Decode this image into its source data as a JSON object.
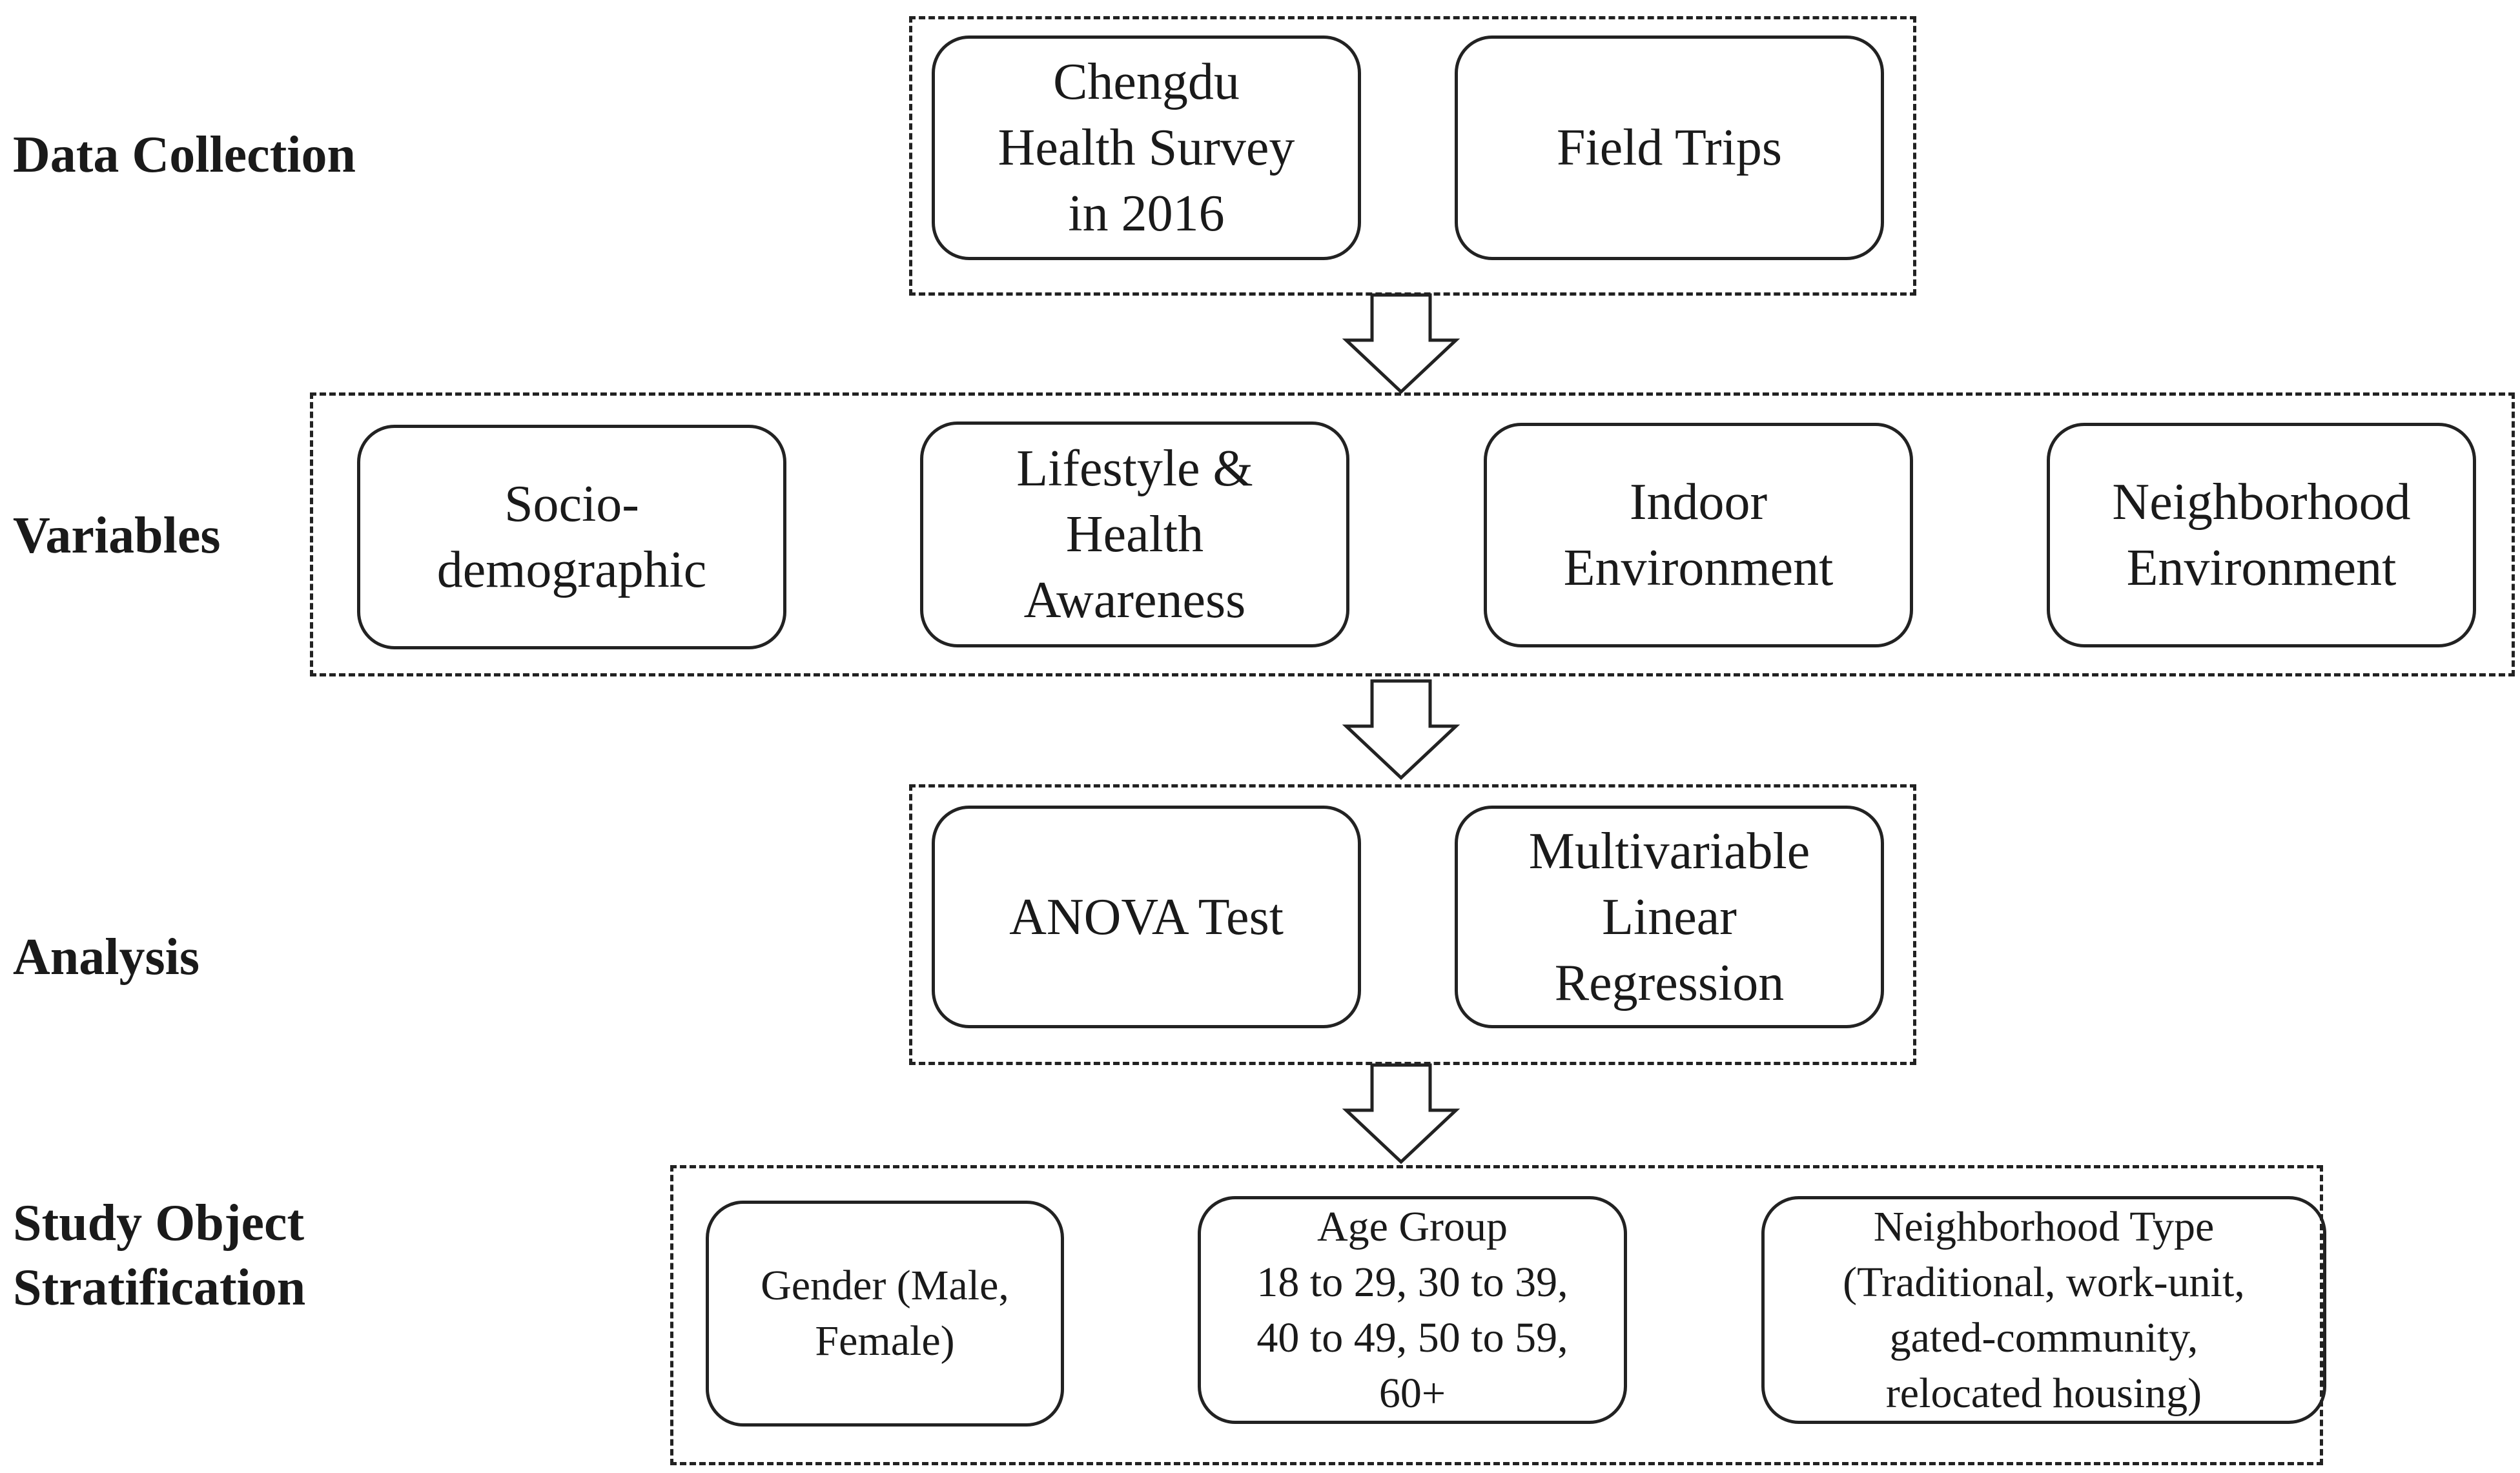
{
  "stages": {
    "data_collection": "Data Collection",
    "variables": "Variables",
    "analysis": "Analysis",
    "stratification": [
      "Study Object",
      "Stratification"
    ]
  },
  "data_collection": {
    "survey": [
      "Chengdu",
      "Health Survey",
      "in 2016"
    ],
    "field_trips": [
      "Field Trips"
    ]
  },
  "variables": {
    "socio": [
      "Socio-",
      "demographic"
    ],
    "lifestyle": [
      "Lifestyle &",
      "Health",
      "Awareness"
    ],
    "indoor": [
      "Indoor",
      "Environment"
    ],
    "neighborhood": [
      "Neighborhood",
      "Environment"
    ]
  },
  "analysis": {
    "anova": [
      "ANOVA Test"
    ],
    "regression": [
      "Multivariable",
      "Linear",
      "Regression"
    ]
  },
  "stratification": {
    "gender": [
      "Gender (Male,",
      "Female)"
    ],
    "age": [
      "Age Group",
      "18 to 29, 30 to 39,",
      "40 to 49, 50 to 59,",
      "60+"
    ],
    "neighborhood_type": [
      "Neighborhood Type",
      "(Traditional, work-unit,",
      "gated-community,",
      "relocated housing)"
    ]
  }
}
